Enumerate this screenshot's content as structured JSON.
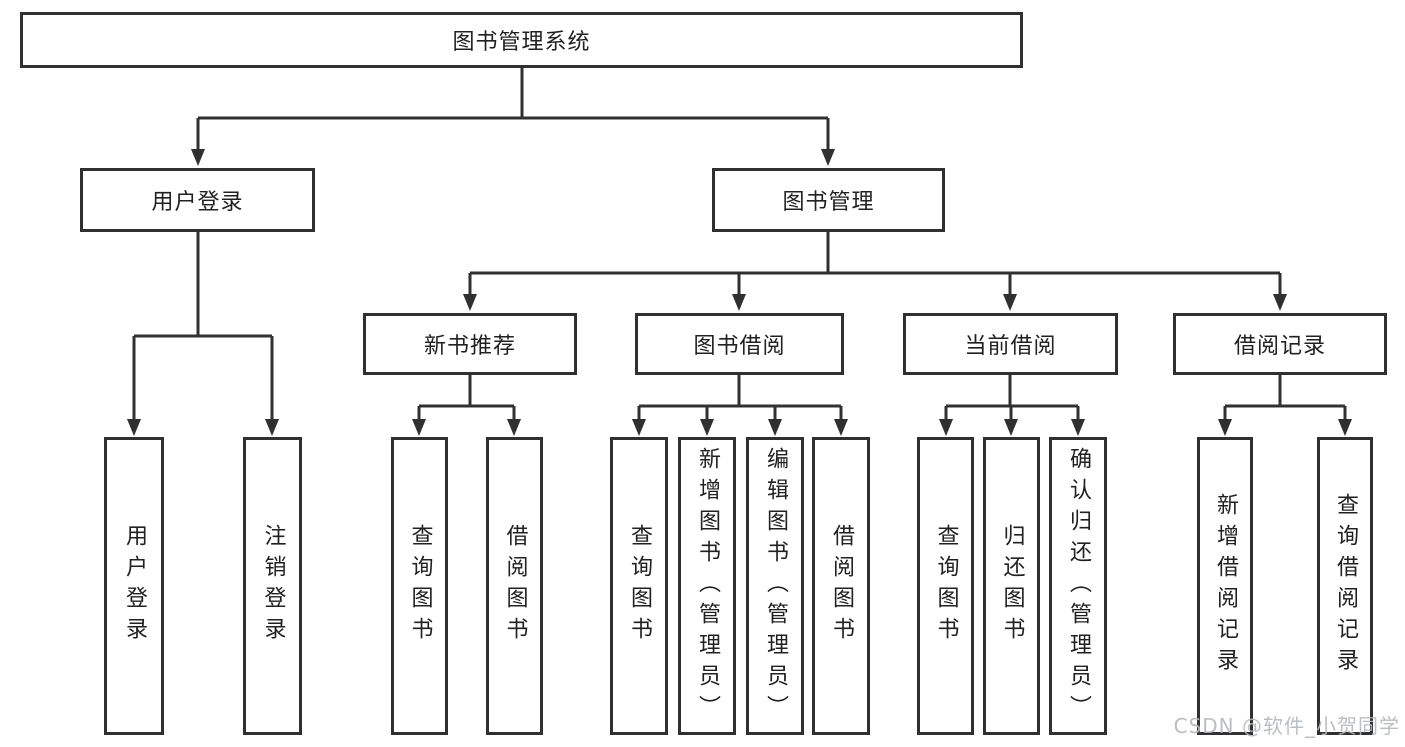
{
  "tree": {
    "root": {
      "label": "图书管理系统"
    },
    "branches": [
      {
        "label": "用户登录",
        "children": [
          {
            "label": "用户登录"
          },
          {
            "label": "注销登录"
          }
        ]
      },
      {
        "label": "图书管理",
        "sections": [
          {
            "label": "新书推荐",
            "children": [
              {
                "label": "查询图书"
              },
              {
                "label": "借阅图书"
              }
            ]
          },
          {
            "label": "图书借阅",
            "children": [
              {
                "label": "查询图书"
              },
              {
                "label": "新增图书（管理员）"
              },
              {
                "label": "编辑图书（管理员）"
              },
              {
                "label": "借阅图书"
              }
            ]
          },
          {
            "label": "当前借阅",
            "children": [
              {
                "label": "查询图书"
              },
              {
                "label": "归还图书"
              },
              {
                "label": "确认归还（管理员）"
              }
            ]
          },
          {
            "label": "借阅记录",
            "children": [
              {
                "label": "新增借阅记录"
              },
              {
                "label": "查询借阅记录"
              }
            ]
          }
        ]
      }
    ]
  },
  "watermark": {
    "text": "CSDN @软件_小贺同学",
    "color": "#b4b7bb"
  },
  "colors": {
    "line": "#303030",
    "box_border": "#303030",
    "box_fill": "#ffffff",
    "text": "#212121",
    "background": "#ffffff"
  }
}
